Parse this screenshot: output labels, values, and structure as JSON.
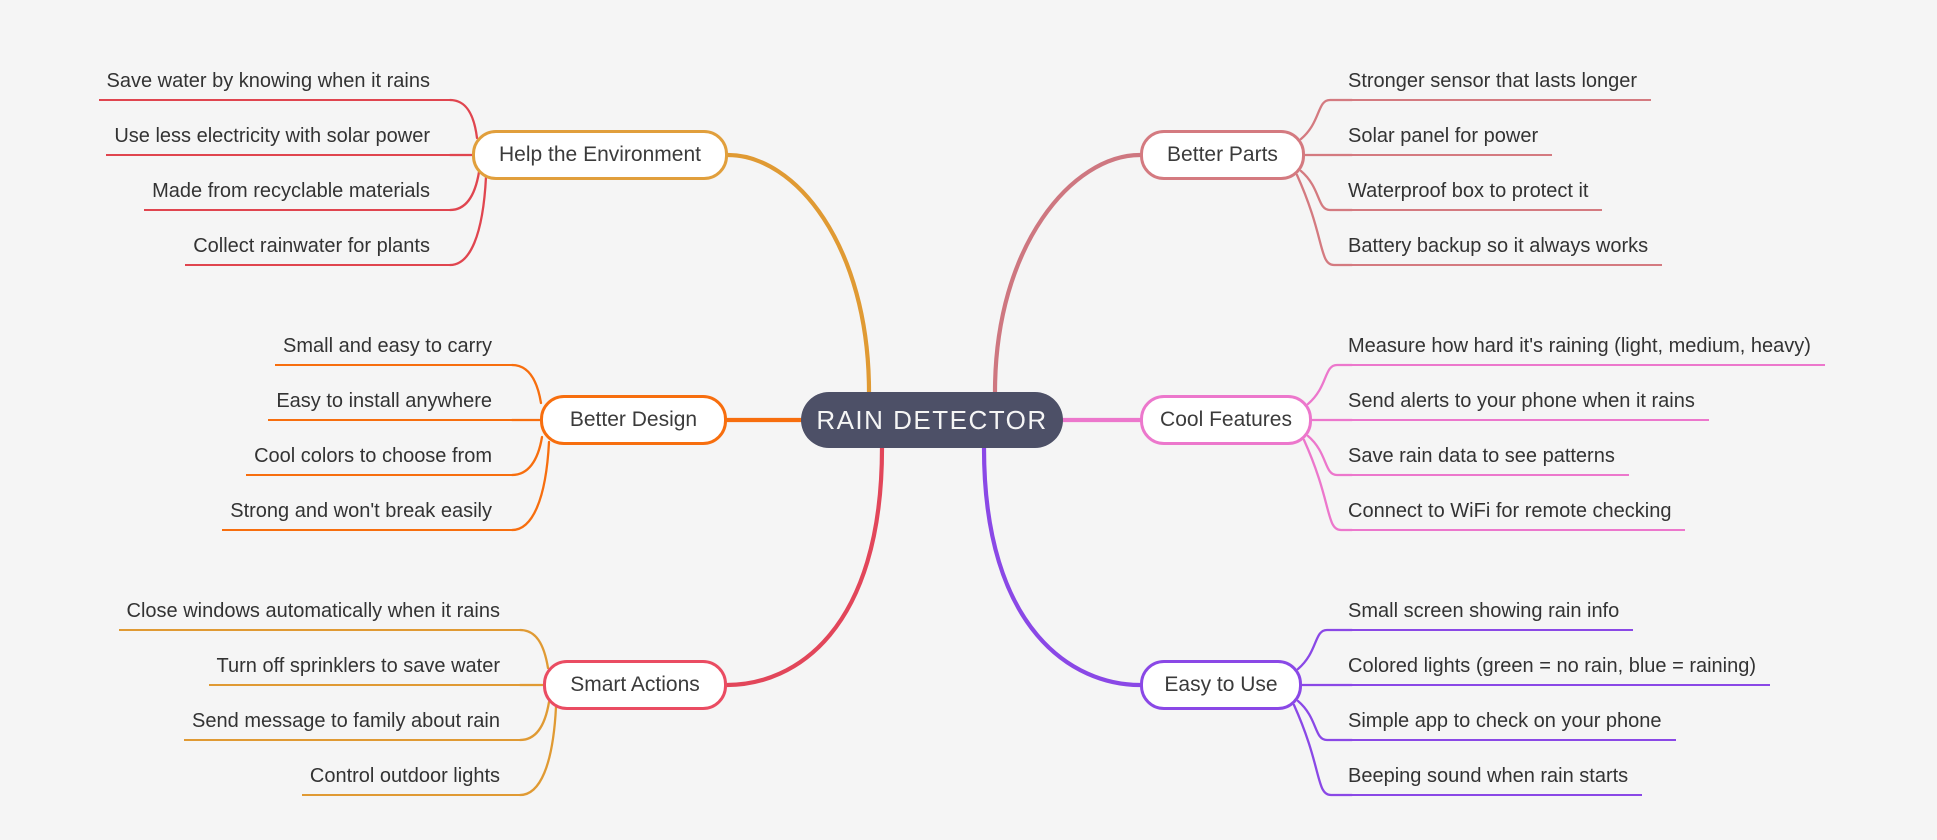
{
  "diagram_type": "mindmap",
  "background": "#f5f5f5",
  "center": {
    "label": "RAIN DETECTOR",
    "bg": "#4D5067",
    "text_color": "#F5F5F5"
  },
  "branches": [
    {
      "label": "Help the Environment",
      "side": "left",
      "node_color": "#E19F3C",
      "edge_color": "#E09A33",
      "leaf_color": "#E0454F",
      "leaves": [
        "Save water by knowing when it rains",
        "Use less electricity with solar power",
        "Made from recyclable materials",
        "Collect rainwater for plants"
      ]
    },
    {
      "label": "Better Design",
      "side": "left",
      "node_color": "#F76E0E",
      "edge_color": "#F76E0E",
      "leaf_color": "#F76E0E",
      "leaves": [
        "Small and easy to carry",
        "Easy to install anywhere",
        "Cool colors to choose from",
        "Strong and won't break easily"
      ]
    },
    {
      "label": "Smart Actions",
      "side": "left",
      "node_color": "#EA4C62",
      "edge_color": "#E2465A",
      "leaf_color": "#E09A33",
      "leaves": [
        "Close windows automatically when it rains",
        "Turn off sprinklers to save water",
        "Send message to family about rain",
        "Control outdoor lights"
      ]
    },
    {
      "label": "Better Parts",
      "side": "right",
      "node_color": "#D47A80",
      "edge_color": "#CE7780",
      "leaf_color": "#D47A80",
      "leaves": [
        "Stronger sensor that lasts longer",
        "Solar panel for power",
        "Waterproof box to protect it",
        "Battery backup so it always works"
      ]
    },
    {
      "label": "Cool Features",
      "side": "right",
      "node_color": "#EC77CC",
      "edge_color": "#EC77CC",
      "leaf_color": "#EC77CC",
      "leaves": [
        "Measure how hard it's raining (light, medium, heavy)",
        "Send alerts to your phone when it rains",
        "Save rain data to see patterns",
        "Connect to WiFi for remote checking"
      ]
    },
    {
      "label": "Easy to Use",
      "side": "right",
      "node_color": "#8A48E6",
      "edge_color": "#8A48E6",
      "leaf_color": "#8A48E6",
      "leaves": [
        "Small screen showing rain info",
        "Colored lights (green = no rain, blue = raining)",
        "Simple app to check on your phone",
        "Beeping sound when rain starts"
      ]
    }
  ]
}
